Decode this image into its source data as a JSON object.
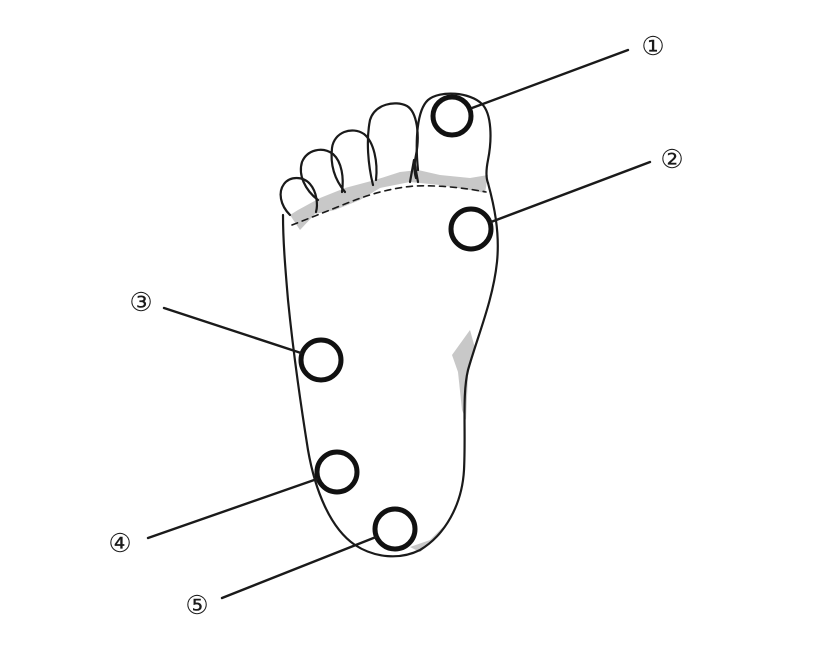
{
  "markers": [
    {
      "id": "1",
      "label": "①"
    },
    {
      "id": "2",
      "label": "②"
    },
    {
      "id": "3",
      "label": "③"
    },
    {
      "id": "4",
      "label": "④"
    },
    {
      "id": "5",
      "label": "⑤"
    }
  ],
  "colors": {
    "outline": "#1a1a1a",
    "marker": "#111111",
    "shading": "#c8c8c8",
    "background": "#ffffff"
  }
}
